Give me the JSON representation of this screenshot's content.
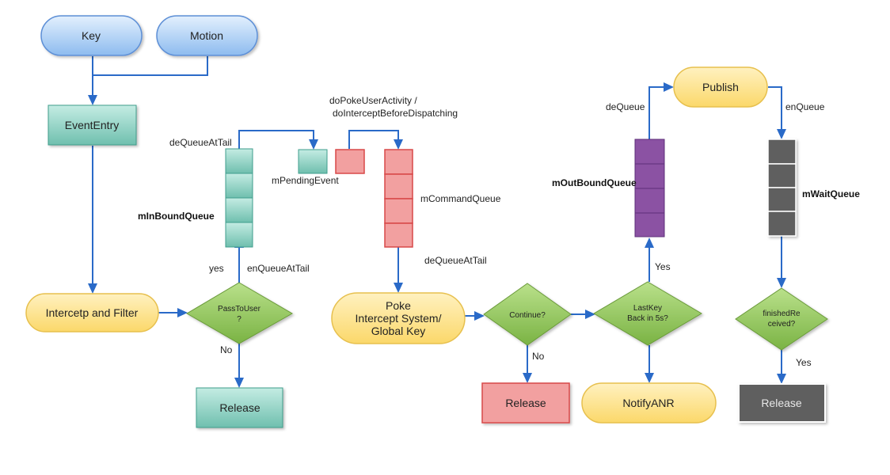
{
  "nodes": {
    "key": "Key",
    "motion": "Motion",
    "event_entry": "EventEntry",
    "intercept_filter": "Intercetp and Filter",
    "pass_to_user": [
      "PassToUser",
      "?"
    ],
    "release_1": "Release",
    "poke": [
      "Poke",
      "Intercept System/",
      "Global Key"
    ],
    "continue": "Continue?",
    "release_2": "Release",
    "last_key": [
      "LastKey",
      "Back in 5s?"
    ],
    "notify_anr": "NotifyANR",
    "publish": "Publish",
    "finished_received": [
      "finishedRe",
      "ceived?"
    ],
    "release_3": "Release"
  },
  "labels": {
    "dequeue_at_tail": "deQueueAtTail",
    "in_bound_queue": "mInBoundQueue",
    "yes_1": "yes",
    "enqueue_at_tail": "enQueueAtTail",
    "no_1": "No",
    "pending_event": "mPendingEvent",
    "do_poke": "doPokeUserActivity /",
    "do_intercept": "doInterceptBeforeDispatching",
    "command_queue": "mCommandQueue",
    "dequeue_at_tail_2": "deQueueAtTail",
    "no_2": "No",
    "yes_2": "Yes",
    "out_bound_queue": "mOutBoundQueue",
    "dequeue": "deQueue",
    "enqueue": "enQueue",
    "wait_queue": "mWaitQueue",
    "yes_3": "Yes"
  },
  "colors": {
    "blue_fill": "#bcd8f7",
    "blue_stroke": "#5d8fd6",
    "teal_fill": "#9ed8cc",
    "teal_stroke": "#3f9e8c",
    "yellow_fill": "#fde79a",
    "yellow_stroke": "#e7c04e",
    "green_fill": "#9bcf63",
    "green_stroke": "#6a9a3a",
    "red_fill": "#f2a0a0",
    "red_stroke": "#d84848",
    "purple_fill": "#8b52a3",
    "gray_fill": "#5f5f5f",
    "edge": "#2a6ac8"
  }
}
